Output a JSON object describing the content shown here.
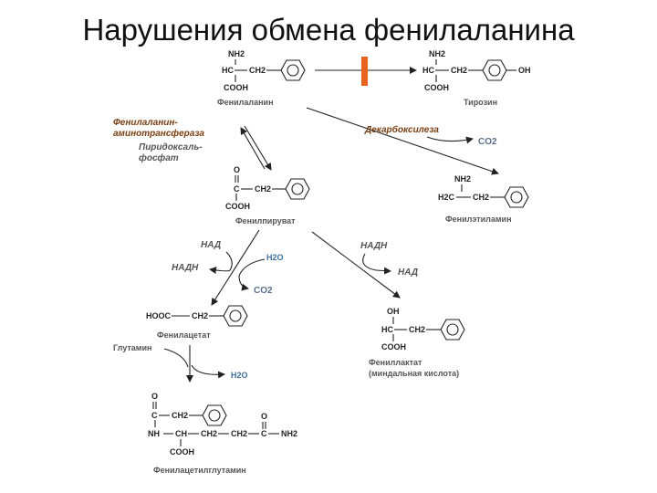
{
  "title": "Нарушения обмена фенилаланина",
  "compounds": {
    "phe_name": "Фенилаланин",
    "tyr_name": "Тирозин",
    "pyruvate_name": "Фенилпируват",
    "pea_name": "Фенилэтиламин",
    "acetate_name": "Фенилацетат",
    "lactate_name": "Фениллактат",
    "lactate_sub": "(миндальная кислота)",
    "glutamine_name": "Фенилацетилглутамин"
  },
  "enzymes": {
    "transaminase_line1": "Фенилаланин-",
    "transaminase_line2": "аминотрансфераза",
    "cofactor_line1": "Пиридоксаль-",
    "cofactor_line2": "фосфат",
    "decarboxylase": "Декарбоксилеза"
  },
  "cofactors": {
    "nad_1": "НАД",
    "nadh_1": "НАДН",
    "nadh_2": "НАДН",
    "nad_2": "НАД",
    "glutamine_in": "Глутамин"
  },
  "labels": {
    "nh2": "NH2",
    "hc": "HC",
    "ch2": "CH2",
    "cooh": "COOH",
    "oh": "OH",
    "h2c": "H2C",
    "c": "C",
    "o": "O",
    "hooc": "HOOC",
    "nh": "NH",
    "ch": "CH",
    "co2": "CO2",
    "h2o": "H2O"
  },
  "block_color": "#e8641e"
}
